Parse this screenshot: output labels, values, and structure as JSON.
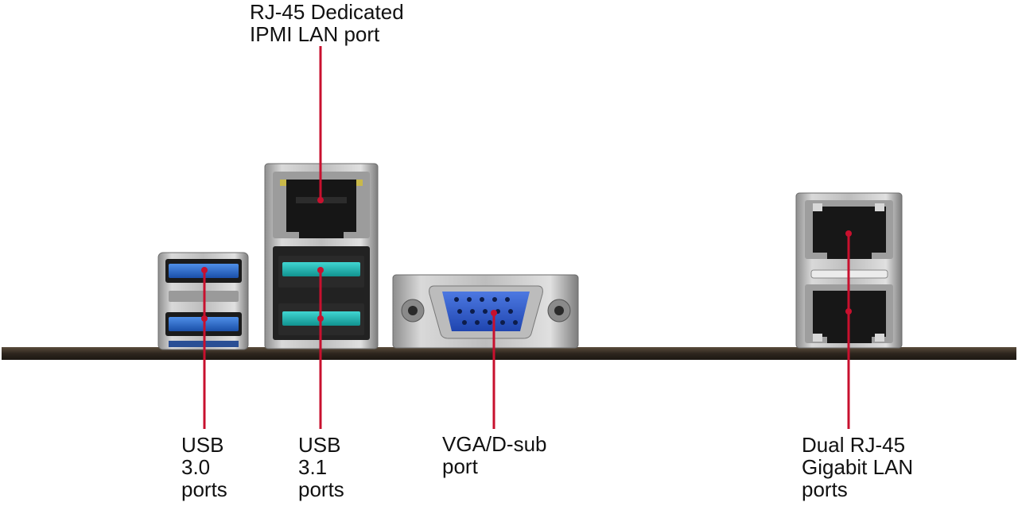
{
  "callouts": {
    "ipmi_lan": {
      "lines": [
        "RJ-45 Dedicated",
        "IPMI LAN port"
      ]
    },
    "usb30": {
      "lines": [
        "USB",
        "3.0",
        "ports"
      ]
    },
    "usb31": {
      "lines": [
        "USB",
        "3.1",
        "ports"
      ]
    },
    "vga": {
      "lines": [
        "VGA/D-sub",
        "port"
      ]
    },
    "dual_lan": {
      "lines": [
        "Dual RJ-45",
        "Gigabit LAN",
        "ports"
      ]
    }
  },
  "colors": {
    "callout_line": "#c8102e",
    "board": "#3a3128",
    "metal": "#c9c9c9",
    "usb30_blue": "#1f5fbf",
    "usb31_teal": "#1eb6b4",
    "vga_blue": "#2a56c9",
    "rj45_black": "#1a1a1a"
  }
}
